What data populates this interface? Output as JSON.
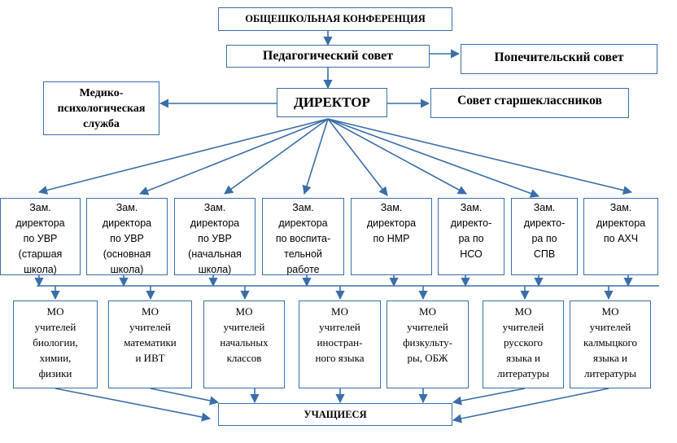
{
  "top": {
    "conference": "ОБЩЕШКОЛЬНАЯ КОНФЕРЕНЦИЯ",
    "ped_council": "Педагогический совет",
    "trustee_council": "Попечительский совет",
    "director": "ДИРЕКТОР",
    "medpsy": "Медико-\nпсихологическая\nслужба",
    "senior_council": "Совет старшеклассников"
  },
  "deputies": [
    "Зам.\nдиректора\nпо УВР\n(старшая\nшкола)",
    "Зам.\nдиректора\nпо УВР\n(основная\nшкола)",
    "Зам.\nдиректора\nпо УВР\n(начальная\nшкола)",
    "Зам.\nдиректора\nпо воспита-\nтельной\nработе",
    "Зам.\nдиректора\nпо НМР",
    "Зам.\nдиректо-\nра по\nНСО",
    "Зам.\nдиректо-\nра по\nСПВ",
    "Зам.\nдиректора\nпо АХЧ"
  ],
  "mo": [
    "МО\nучителей\nбиологии,\nхимии,\nфизики",
    "МО\nучителей\nматематики\nи ИВТ",
    "МО\nучителей\nначальных\nклассов",
    "МО\nучителей\nиностран-\nного языка",
    "МО\nучителей\nфизкульту-\nры, ОБЖ",
    "МО\nучителей\nрусского\nязыка и\nлитературы",
    "МО\nучителей\nкалмыцкого\nязыка и\nлитературы"
  ],
  "students": "УЧАЩИЕСЯ",
  "colors": {
    "line": "#3a6ea8",
    "border": "#3a6ea8",
    "text": "#000000"
  }
}
